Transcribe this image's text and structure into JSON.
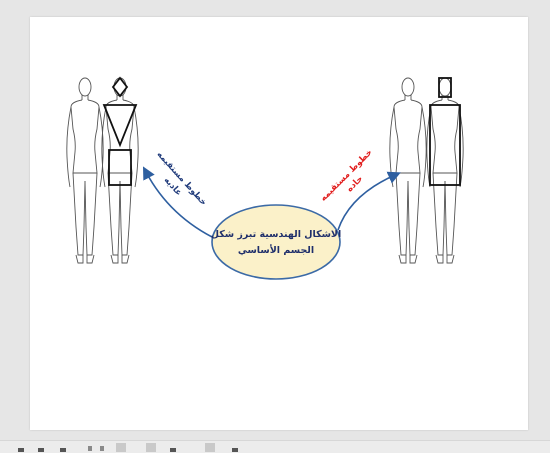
{
  "slide": {
    "center_text_line1": "الاشكال الهندسية تبرز شكل",
    "center_text_line2": "الجسم الأساسي",
    "left_label_line1": "خطوط مستقيمه",
    "left_label_line2": "عاديه",
    "right_label_line1": "خطوط مستقيمه",
    "right_label_line2": "حاده"
  },
  "colors": {
    "slide_background": "#ffffff",
    "window_background": "#e6e6e6",
    "ellipse_fill": "#fbf1c9",
    "ellipse_stroke": "#3b6aa6",
    "arrow_color": "#2e5fa0",
    "left_label_color": "#1f3a7a",
    "right_label_color": "#e11d1d",
    "center_text_color": "#1f2f6b"
  },
  "icons": {
    "left_shape": "triangle-on-torso",
    "right_shape": "rectangle-on-torso"
  }
}
